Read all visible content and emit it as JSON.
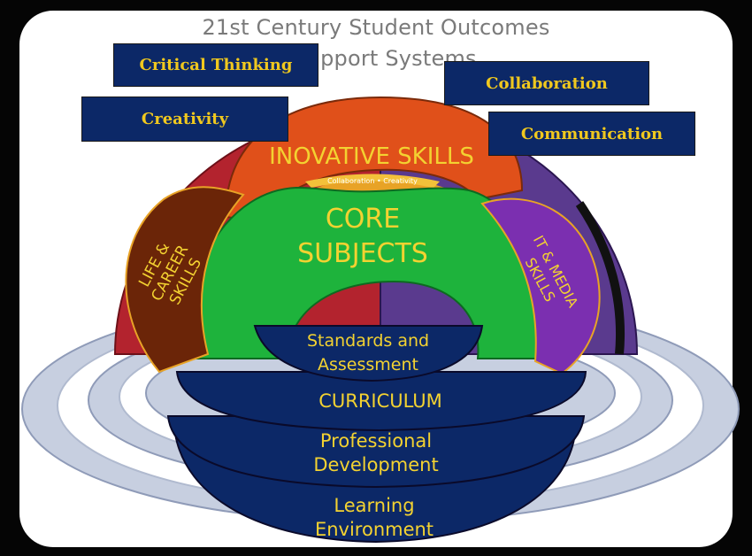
{
  "title": {
    "line1": "21st Century Student Outcomes",
    "line2": "Support Systems"
  },
  "outcome_labels": {
    "critical_thinking": "Critical Thinking",
    "creativity": "Creativity",
    "collaboration": "Collaboration",
    "communication": "Communication"
  },
  "arcs": {
    "innovative_skills": "INOVATIVE SKILLS",
    "innovative_sub": "Collaboration • Creativity",
    "core_line1": "CORE",
    "core_line2": "SUBJECTS",
    "life_line1": "LIFE &",
    "life_line2": "CAREER",
    "life_line3": "SKILLS",
    "it_line1": "IT & MEDIA",
    "it_line2": "SKILLS"
  },
  "support_systems": {
    "standards_line1": "Standards  and",
    "standards_line2": "Assessment",
    "curriculum": "CURRICULUM",
    "professional_line1": "Professional",
    "professional_line2": "Development",
    "learning_line1": "Learning",
    "learning_line2": "Environment"
  },
  "colors": {
    "navy": "#0c2867",
    "gold": "#f0c81e",
    "orange": "#e0501a",
    "green": "#1eb33c",
    "brown": "#6b2508",
    "purple": "#7b2fb0",
    "red_dome": "#b3232e",
    "violet_dome": "#5a3a8e",
    "rings": "#cfd6e6"
  }
}
